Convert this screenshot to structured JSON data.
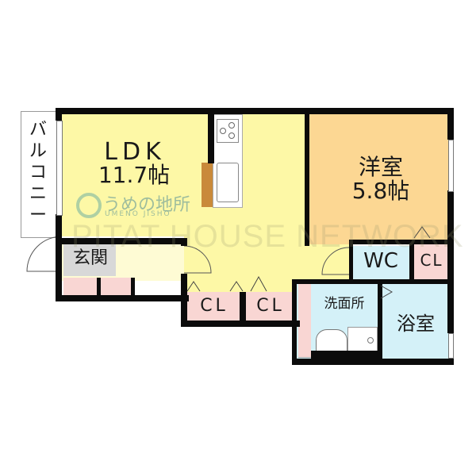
{
  "floorplan": {
    "colors": {
      "ldk": "#fdf8a6",
      "western_room": "#fcd793",
      "wc": "#d4f1f8",
      "closet": "#f9d6d3",
      "washroom": "#d4f1f8",
      "bath": "#d4f1f8",
      "entrance": "#d8d8d8",
      "wall": "#0b0b0b",
      "wood": "#c98a3a"
    },
    "rooms": {
      "balcony": {
        "label": "バ\nル\nコ\nニ\nー"
      },
      "ldk": {
        "label": "LDK",
        "size": "11.7帖"
      },
      "western_room": {
        "label": "洋室",
        "size": "5.8帖"
      },
      "entrance": {
        "label": "玄関"
      },
      "wc": {
        "label": "WC"
      },
      "closet_wc": {
        "label": "CL"
      },
      "closet_1": {
        "label": "CL"
      },
      "closet_2": {
        "label": "CL"
      },
      "washroom": {
        "label": "洗面所"
      },
      "bath": {
        "label": "浴室"
      }
    },
    "watermarks": {
      "company_jp": "うめの地所",
      "company_en": "UMENO JISHO",
      "network": "PITAT HOUSE NETWORK"
    }
  }
}
